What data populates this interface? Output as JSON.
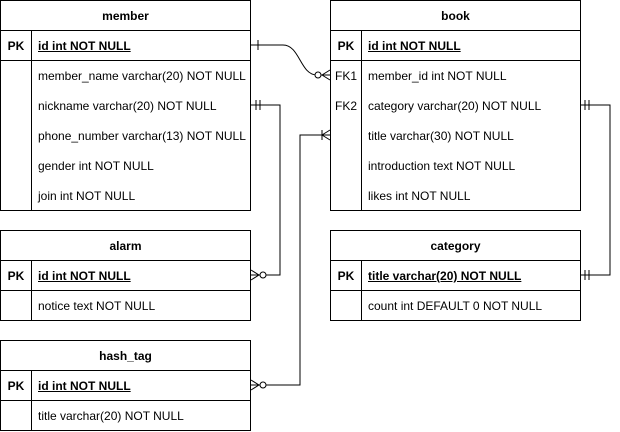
{
  "tables": {
    "member": {
      "name": "member",
      "rows": [
        {
          "key": "PK",
          "text": "id int NOT NULL"
        },
        {
          "key": "",
          "text": "member_name varchar(20) NOT NULL"
        },
        {
          "key": "",
          "text": "nickname varchar(20) NOT NULL"
        },
        {
          "key": "",
          "text": "phone_number varchar(13) NOT NULL"
        },
        {
          "key": "",
          "text": "gender int NOT NULL"
        },
        {
          "key": "",
          "text": "join int NOT NULL"
        }
      ]
    },
    "book": {
      "name": "book",
      "rows": [
        {
          "key": "PK",
          "text": "id int NOT NULL"
        },
        {
          "key": "FK1",
          "text": "member_id int NOT NULL"
        },
        {
          "key": "FK2",
          "text": "category varchar(20) NOT NULL"
        },
        {
          "key": "",
          "text": "title varchar(30) NOT NULL"
        },
        {
          "key": "",
          "text": "introduction text NOT NULL"
        },
        {
          "key": "",
          "text": "likes int NOT NULL"
        }
      ]
    },
    "alarm": {
      "name": "alarm",
      "rows": [
        {
          "key": "PK",
          "text": "id int NOT NULL"
        },
        {
          "key": "",
          "text": "notice text NOT NULL"
        }
      ]
    },
    "category": {
      "name": "category",
      "rows": [
        {
          "key": "PK",
          "text": "title varchar(20) NOT NULL"
        },
        {
          "key": "",
          "text": "count int DEFAULT 0 NOT NULL"
        }
      ]
    },
    "hash_tag": {
      "name": "hash_tag",
      "rows": [
        {
          "key": "PK",
          "text": "id int NOT NULL"
        },
        {
          "key": "",
          "text": "title varchar(20) NOT NULL"
        }
      ]
    }
  },
  "relationships": [
    {
      "from": "member.id",
      "from_end": "one",
      "to": "book.member_id",
      "to_end": "zero-or-many"
    },
    {
      "from": "member.nickname",
      "from_end": "one",
      "to": "alarm.id",
      "to_end": "zero-or-many"
    },
    {
      "from": "hash_tag.id",
      "from_end": "zero-or-many",
      "to": "book",
      "to_end": "many"
    },
    {
      "from": "book.category",
      "from_end": "one",
      "to": "category.title",
      "to_end": "one"
    }
  ]
}
